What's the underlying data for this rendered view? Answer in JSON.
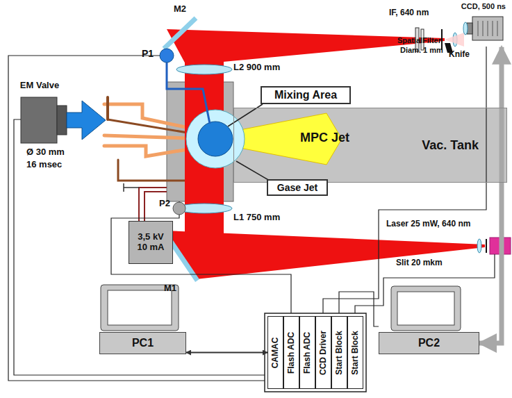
{
  "diagram": {
    "nodes": [
      {
        "text": [
          "Vac. Tank"
        ]
      },
      {
        "text": [
          "Mixing Area"
        ]
      },
      {
        "text": [
          "Gase Jet"
        ]
      },
      {
        "text": [
          "EM Valve"
        ]
      },
      {
        "text": [
          "3,5 kV 10 mA"
        ]
      },
      {
        "text": [
          "PC1"
        ]
      },
      {
        "text": [
          "PC2"
        ]
      },
      {
        "text": [
          "CAMAC"
        ]
      },
      {
        "text": [
          "Flash ADC"
        ]
      },
      {
        "text": [
          "Flash ADC"
        ]
      },
      {
        "text": [
          "CCD Driver"
        ]
      },
      {
        "text": [
          "Start Block"
        ]
      },
      {
        "text": [
          "Start Block"
        ]
      },
      {
        "text": [
          "CCD, 500 ns"
        ]
      }
    ],
    "edges": [
      {
        "from": 5,
        "to": 7,
        "arrow": "both"
      },
      {
        "from": 6,
        "to": 13,
        "arrow": "both"
      }
    ],
    "labels": [
      "IF, 640 nm",
      "SpatialFilter",
      "Diam. 1 mm",
      "Knife",
      "M2",
      "P1",
      "L2 900 mm",
      "MPC Jet",
      "Ø 30 mm",
      "16 msec",
      "P2",
      "L1 750 mm",
      "M1",
      "Laser 25 mW, 640 nm",
      "Slit 20 mkm"
    ]
  }
}
